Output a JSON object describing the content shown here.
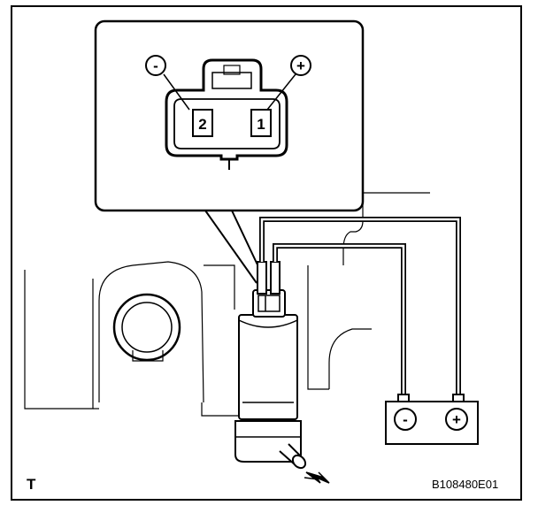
{
  "diagram": {
    "corner_mark": "T",
    "figure_code": "B108480E01",
    "connector_view": {
      "terminals": [
        {
          "pin": "2",
          "polarity": "-"
        },
        {
          "pin": "1",
          "polarity": "+"
        }
      ]
    },
    "battery": {
      "negative_symbol": "-",
      "positive_symbol": "+"
    }
  }
}
